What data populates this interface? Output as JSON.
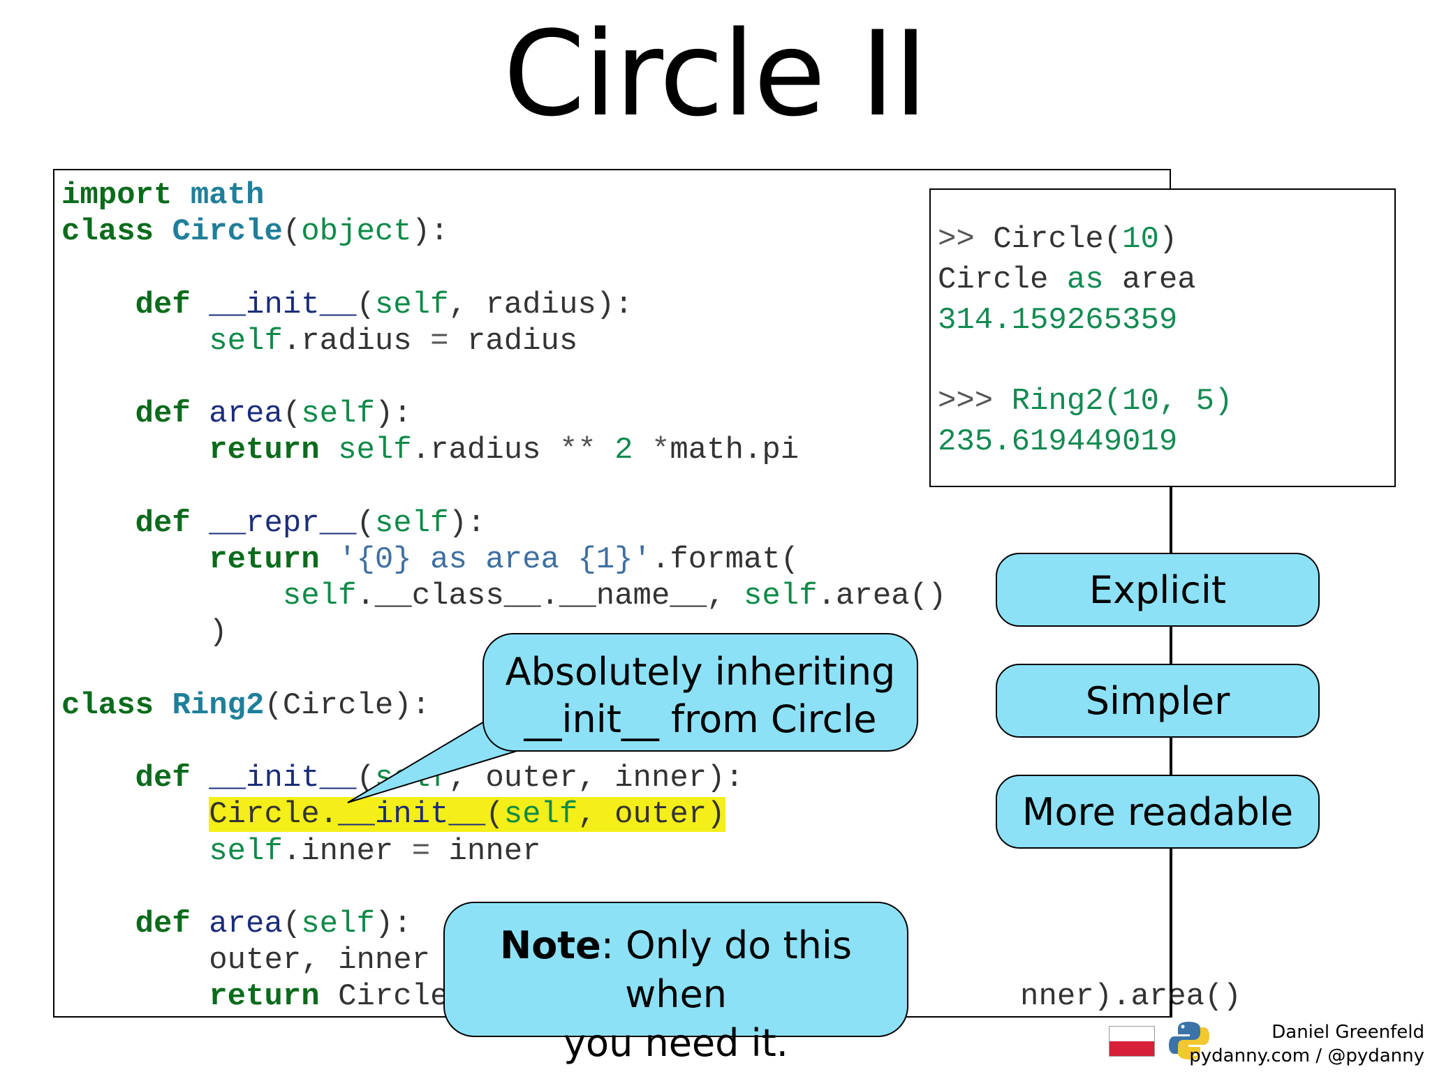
{
  "slide": {
    "title": "Circle II",
    "code_lines": [
      "import math",
      "class Circle(object):",
      "",
      "    def __init__(self, radius):",
      "        self.radius = radius",
      "",
      "    def area(self):",
      "        return self.radius ** 2 *math.pi",
      "",
      "    def __repr__(self):",
      "        return '{0} as area {1}'.format(",
      "            self.__class__.__name__, self.area()",
      "        )",
      "",
      "class Ring2(Circle):",
      "",
      "    def __init__(self, outer, inner):",
      "        Circle.__init__(self, outer)",
      "        self.inner = inner",
      "",
      "    def area(self):",
      "        outer, inner",
      "        return Circle",
      "nner).area()"
    ],
    "repl_lines": [
      ">> Circle(10)",
      "Circle as area",
      "314.159265359",
      "",
      ">>> Ring2(10, 5)",
      "235.619449019"
    ],
    "pills": [
      "Explicit",
      "Simpler",
      "More readable"
    ],
    "callout_inherit": {
      "line1": "Absolutely inheriting",
      "line2": "__init__ from Circle"
    },
    "callout_note": {
      "bold": "Note",
      "text1": ": Only do this when",
      "text2": "you need it."
    },
    "author": {
      "name": "Daniel Greenfeld",
      "site": "pydanny.com / @pydanny"
    },
    "icons": {
      "flag": "poland-flag-icon",
      "logo": "python-logo-icon"
    },
    "colors": {
      "callout_fill": "#8de1f6",
      "highlight": "#f4ee19",
      "keyword": "#0b6b1c",
      "class_name": "#1f7f9a"
    }
  }
}
